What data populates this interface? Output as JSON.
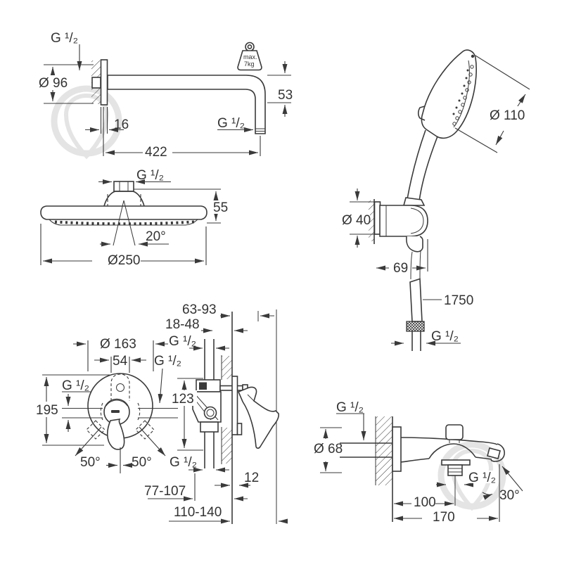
{
  "colors": {
    "line": "#3a3a3a",
    "text": "#333333",
    "watermark": "#e4e4e4",
    "background": "#ffffff"
  },
  "components": {
    "shower_arm": {
      "labels": {
        "thread_top": "G ¹/₂",
        "diameter": "Ø 96",
        "max_load_line1": "max.",
        "max_load_line2": "7kg",
        "wall_offset": "16",
        "thread_end": "G ¹/₂",
        "drop": "53",
        "length": "422"
      }
    },
    "head_shower": {
      "labels": {
        "thread": "G ¹/₂",
        "height": "55",
        "spray_angle": "20°",
        "diameter": "Ø250"
      }
    },
    "hand_shower": {
      "labels": {
        "diameter": "Ø 110",
        "holder_diameter": "Ø 40",
        "holder_depth": "69"
      }
    },
    "hose": {
      "labels": {
        "length": "1750",
        "thread": "G ¹/₂"
      }
    },
    "mixer_front": {
      "labels": {
        "plate_diameter": "Ø 163",
        "cartridge_width": "54",
        "thread_right": "G ¹/₂",
        "thread_left": "G ¹/₂",
        "height": "195",
        "angle_left": "50°",
        "angle_right": "50°"
      }
    },
    "mixer_side": {
      "labels": {
        "depth_range": "63-93",
        "rough_in_range": "18-48",
        "thread_top": "G ¹/₂",
        "body_height": "123",
        "thread_bottom": "G ¹/₂",
        "plate_thickness": "12",
        "depth_minmax": "77-107",
        "total_depth": "110-140"
      }
    },
    "spout": {
      "labels": {
        "thread_top": "G ¹/₂",
        "diameter": "Ø 68",
        "thread_bottom": "G ¹/₂",
        "wall_to_outlet": "100",
        "length": "170",
        "outlet_angle": "30°"
      }
    }
  }
}
